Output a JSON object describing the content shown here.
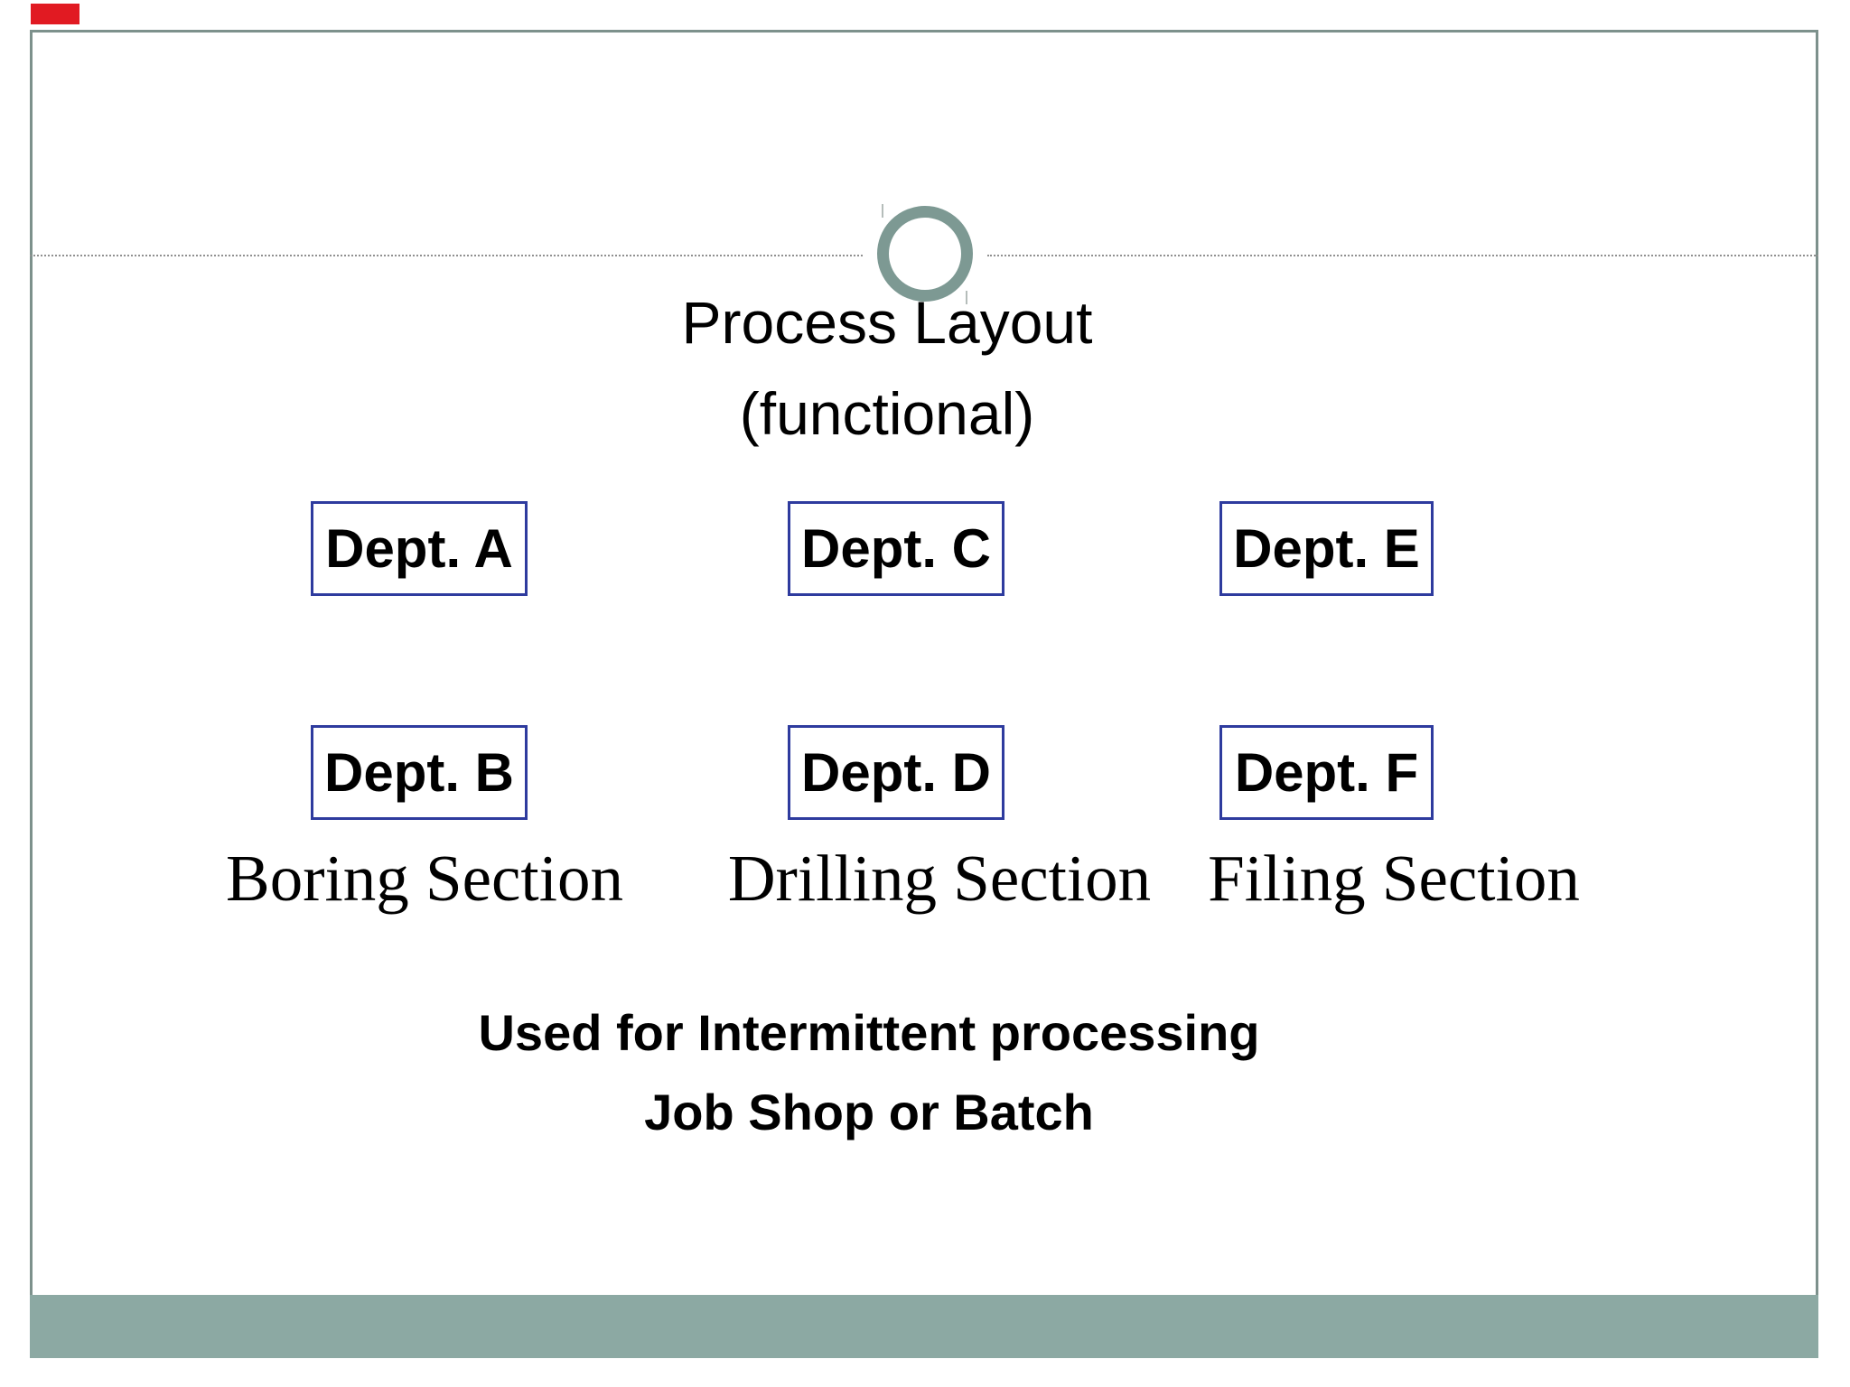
{
  "title": {
    "line1": "Process Layout",
    "line2": "(functional)"
  },
  "departments": [
    {
      "id": "dept-a",
      "label": "Dept. A"
    },
    {
      "id": "dept-c",
      "label": "Dept. C"
    },
    {
      "id": "dept-e",
      "label": "Dept. E"
    },
    {
      "id": "dept-b",
      "label": "Dept. B"
    },
    {
      "id": "dept-d",
      "label": "Dept. D"
    },
    {
      "id": "dept-f",
      "label": "Dept. F"
    }
  ],
  "sections": [
    "Boring Section",
    "Drilling Section",
    "Filing Section"
  ],
  "note": {
    "line1": "Used for Intermittent processing",
    "line2": "Job Shop or Batch"
  },
  "colors": {
    "footer_bar_sage": "#8CA9A3",
    "ring_sage": "#7D9993",
    "page_border_sage": "#7D918C",
    "dept_box_border_blue": "#2E3B9E",
    "dotted_line_gray": "#909090",
    "text_black": "#000000",
    "red_marker": "#E11A22"
  }
}
